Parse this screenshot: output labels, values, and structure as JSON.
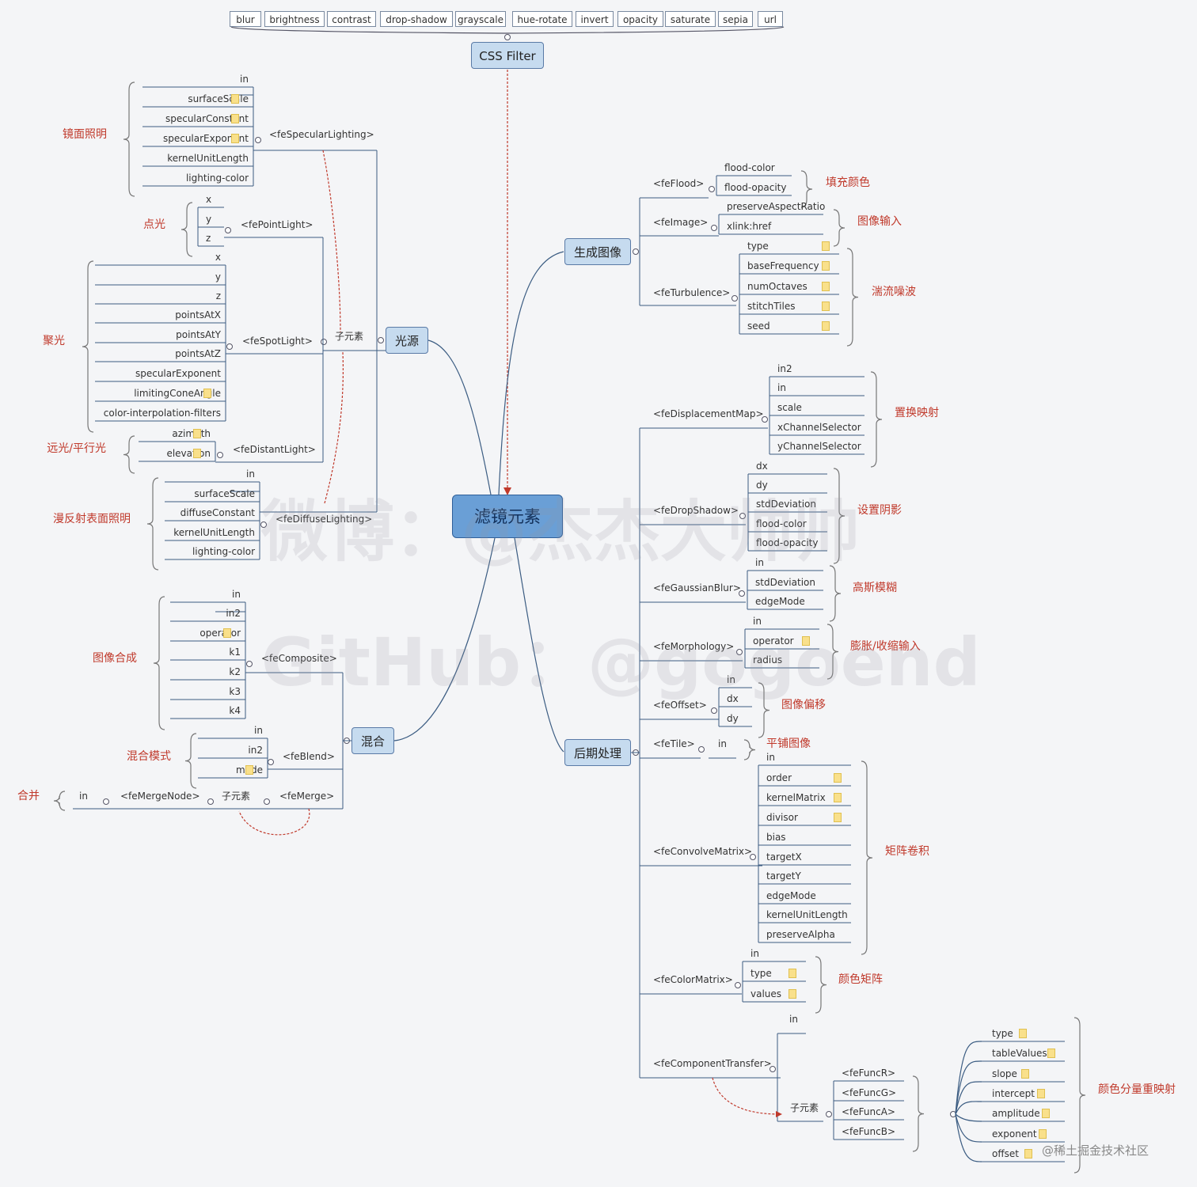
{
  "watermarks": {
    "weibo": "微博：@杰杰大帅帅",
    "github": "GitHub：@gogoend",
    "credit": "@稀土掘金技术社区"
  },
  "colors": {
    "line": "#3b5c82",
    "red_arrow": "#c0392b",
    "annotation": "#c0392b",
    "central_fill": "#6a9fd6",
    "topic_fill": "#c6dbef"
  },
  "css_filter": {
    "title": "CSS Filter",
    "functions": [
      "blur",
      "brightness",
      "contrast",
      "drop-shadow",
      "grayscale",
      "hue-rotate",
      "invert",
      "opacity",
      "saturate",
      "sepia",
      "url"
    ]
  },
  "central": "滤镜元素",
  "topics": {
    "light_source": "光源",
    "generate": "生成图像",
    "blend": "混合",
    "post": "后期处理",
    "child": "子元素"
  },
  "specular": {
    "tag": "<feSpecularLighting>",
    "note": "镜面照明",
    "attrs": [
      "in",
      "surfaceScale",
      "specularConstant",
      "specularExponent",
      "kernelUnitLength",
      "lighting-color"
    ]
  },
  "point": {
    "tag": "<fePointLight>",
    "note": "点光",
    "attrs": [
      "x",
      "y",
      "z"
    ]
  },
  "spot": {
    "tag": "<feSpotLight>",
    "note": "聚光",
    "attrs": [
      "x",
      "y",
      "z",
      "pointsAtX",
      "pointsAtY",
      "pointsAtZ",
      "specularExponent",
      "limitingConeAngle",
      "color-interpolation-filters"
    ]
  },
  "distant": {
    "tag": "<feDistantLight>",
    "note": "远光/平行光",
    "attrs": [
      "azimuth",
      "elevation"
    ]
  },
  "diffuse": {
    "tag": "<feDiffuseLighting>",
    "note": "漫反射表面照明",
    "attrs": [
      "in",
      "surfaceScale",
      "diffuseConstant",
      "kernelUnitLength",
      "lighting-color"
    ]
  },
  "composite": {
    "tag": "<feComposite>",
    "note": "图像合成",
    "attrs": [
      "in",
      "in2",
      "operator",
      "k1",
      "k2",
      "k3",
      "k4"
    ]
  },
  "blendf": {
    "tag": "<feBlend>",
    "note": "混合模式",
    "attrs": [
      "in",
      "in2",
      "mode"
    ]
  },
  "merge": {
    "tag": "<feMerge>",
    "node_tag": "<feMergeNode>",
    "note": "合并",
    "node_attr": "in"
  },
  "flood": {
    "tag": "<feFlood>",
    "note": "填充颜色",
    "attrs": [
      "flood-color",
      "flood-opacity"
    ]
  },
  "image": {
    "tag": "<feImage>",
    "note": "图像输入",
    "attrs": [
      "preserveAspectRatio",
      "xlink:href"
    ]
  },
  "turbulence": {
    "tag": "<feTurbulence>",
    "note": "湍流噪波",
    "attrs": [
      "type",
      "baseFrequency",
      "numOctaves",
      "stitchTiles",
      "seed"
    ]
  },
  "displacement": {
    "tag": "<feDisplacementMap>",
    "note": "置换映射",
    "attrs": [
      "in2",
      "in",
      "scale",
      "xChannelSelector",
      "yChannelSelector"
    ]
  },
  "dropshadow": {
    "tag": "<feDropShadow>",
    "note": "设置阴影",
    "attrs": [
      "dx",
      "dy",
      "stdDeviation",
      "flood-color",
      "flood-opacity"
    ]
  },
  "gaussian": {
    "tag": "<feGaussianBlur>",
    "note": "高斯模糊",
    "attrs": [
      "in",
      "stdDeviation",
      "edgeMode"
    ]
  },
  "morphology": {
    "tag": "<feMorphology>",
    "note": "膨胀/收缩输入",
    "attrs": [
      "in",
      "operator",
      "radius"
    ]
  },
  "offset": {
    "tag": "<feOffset>",
    "note": "图像偏移",
    "attrs": [
      "in",
      "dx",
      "dy"
    ]
  },
  "tile": {
    "tag": "<feTile>",
    "note": "平铺图像",
    "attrs": [
      "in"
    ]
  },
  "convolve": {
    "tag": "<feConvolveMatrix>",
    "note": "矩阵卷积",
    "attrs": [
      "in",
      "order",
      "kernelMatrix",
      "divisor",
      "bias",
      "targetX",
      "targetY",
      "edgeMode",
      "kernelUnitLength",
      "preserveAlpha"
    ]
  },
  "colormatrix": {
    "tag": "<feColorMatrix>",
    "note": "颜色矩阵",
    "attrs": [
      "in",
      "type",
      "values"
    ]
  },
  "transfer": {
    "tag": "<feComponentTransfer>",
    "note": "颜色分量重映射",
    "attr_in": "in",
    "funcs": [
      "<feFuncR>",
      "<feFuncG>",
      "<feFuncA>",
      "<feFuncB>"
    ],
    "func_attrs": [
      "type",
      "tableValues",
      "slope",
      "intercept",
      "amplitude",
      "exponent",
      "offset"
    ]
  }
}
